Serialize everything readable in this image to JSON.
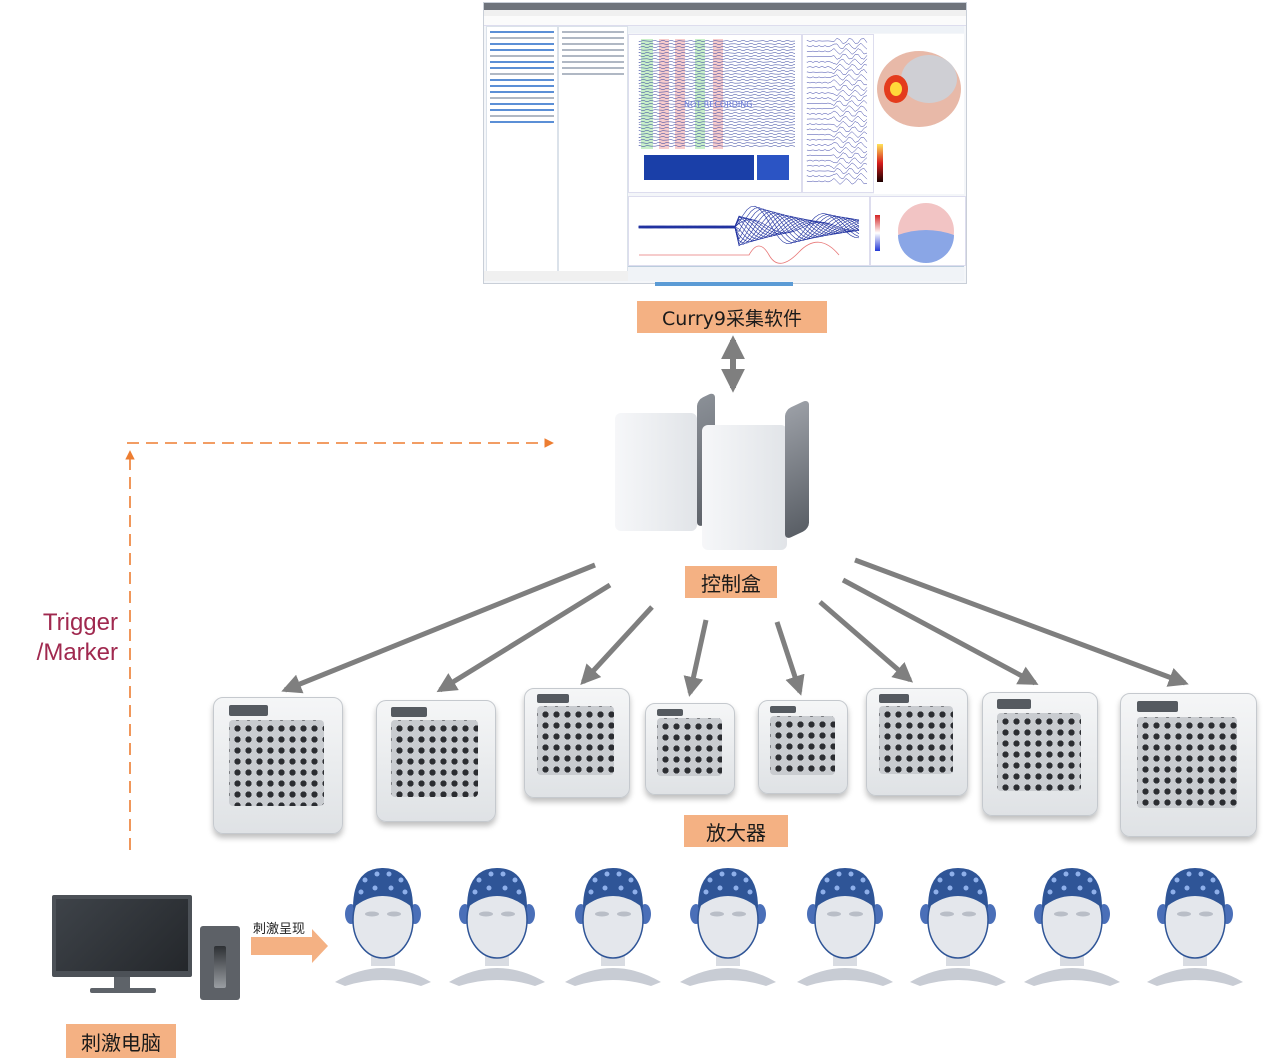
{
  "software_screenshot": {
    "name": "Curry 9 acquisition software window",
    "watermark": "NOT RECORDING"
  },
  "labels": {
    "software": "Curry9采集软件",
    "control_box": "控制盒",
    "amplifier": "放大器",
    "stim_pc": "刺激电脑",
    "stim_present": "刺激呈现",
    "trigger": "Trigger",
    "marker": "/Marker"
  },
  "colors": {
    "label_bg": "#f4b183",
    "trigger_text": "#a0294f",
    "dashed_arrow": "#ed7d31",
    "connector_arrow": "#7f7f7f",
    "stim_arrow": "#f4b183",
    "cap_blue": "#2f5597"
  },
  "components": {
    "amplifier_count": 8,
    "subject_count": 8,
    "control_box_units": 2
  }
}
